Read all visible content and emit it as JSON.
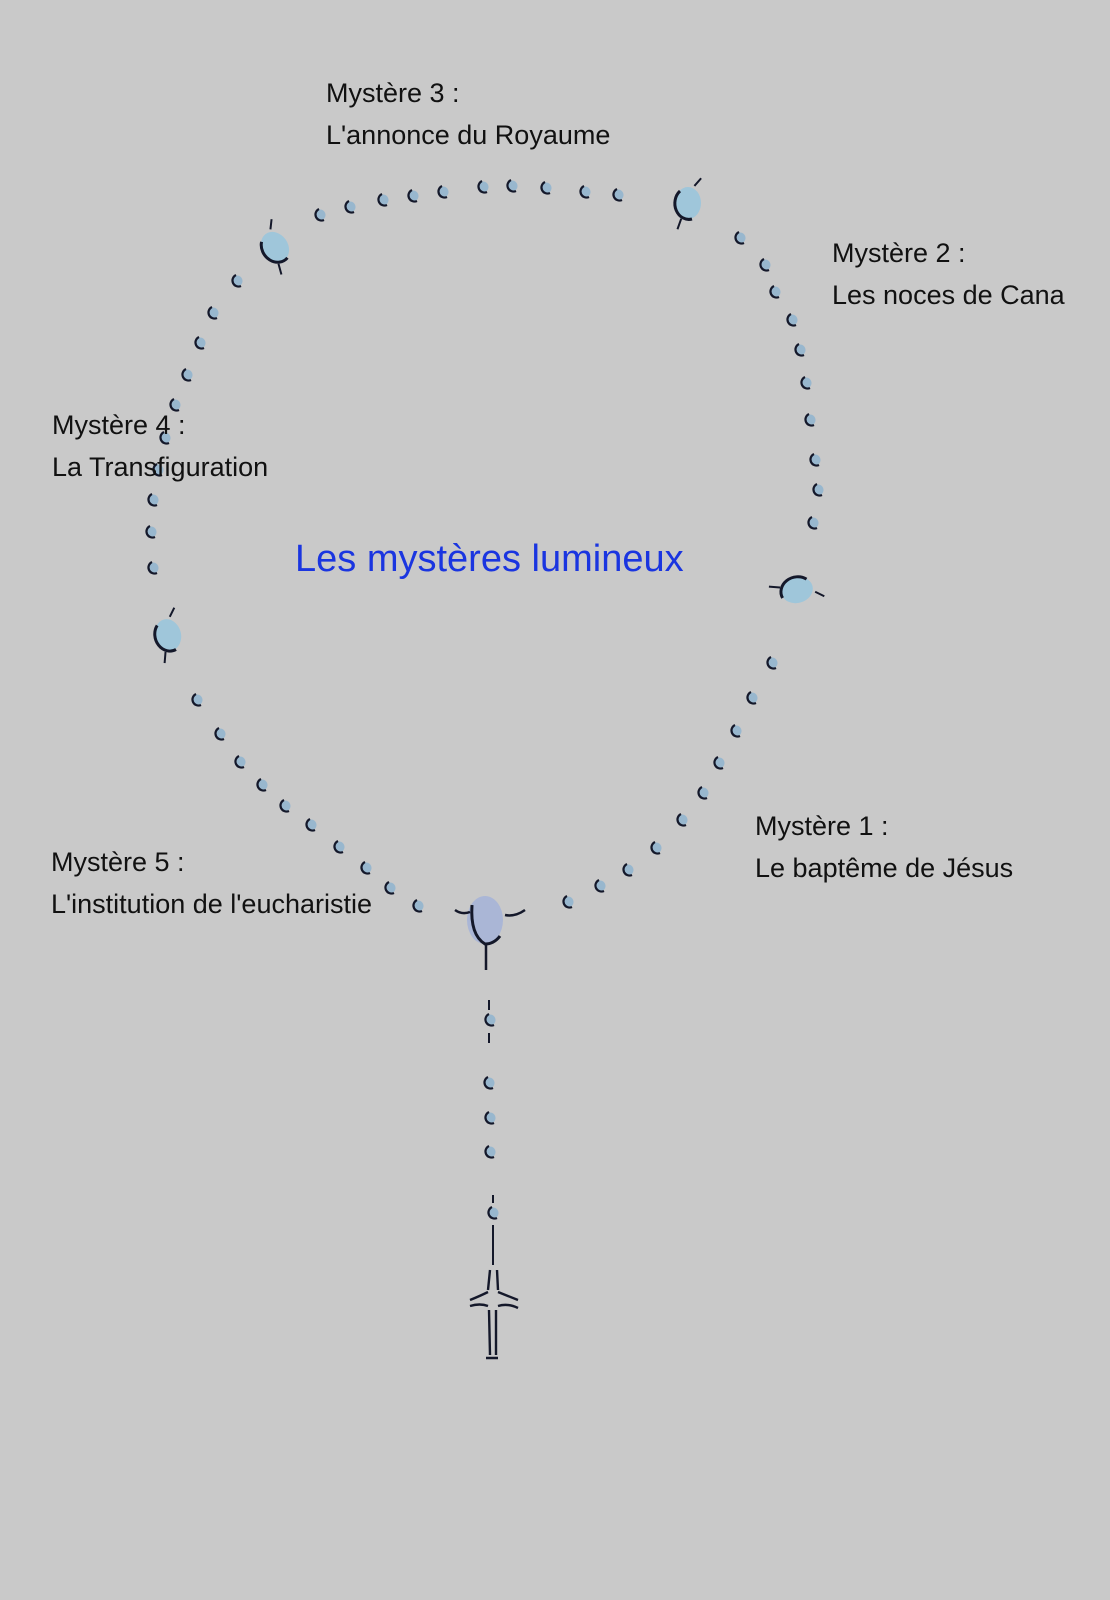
{
  "title": "Les mystères lumineux",
  "mysteries": [
    {
      "heading": "Mystère 1 :",
      "name": "Le baptême de Jésus"
    },
    {
      "heading": "Mystère 2 :",
      "name": "Les noces de Cana"
    },
    {
      "heading": "Mystère 3 :",
      "name": "L'annonce du Royaume"
    },
    {
      "heading": "Mystère 4 :",
      "name": "La Transfiguration"
    },
    {
      "heading": "Mystère 5 :",
      "name": "L'institution de l'eucharistie"
    }
  ],
  "colors": {
    "background": "#c9c9c9",
    "title": "#1a35e0",
    "bead": "#8fb4cf",
    "outline": "#14182a"
  }
}
